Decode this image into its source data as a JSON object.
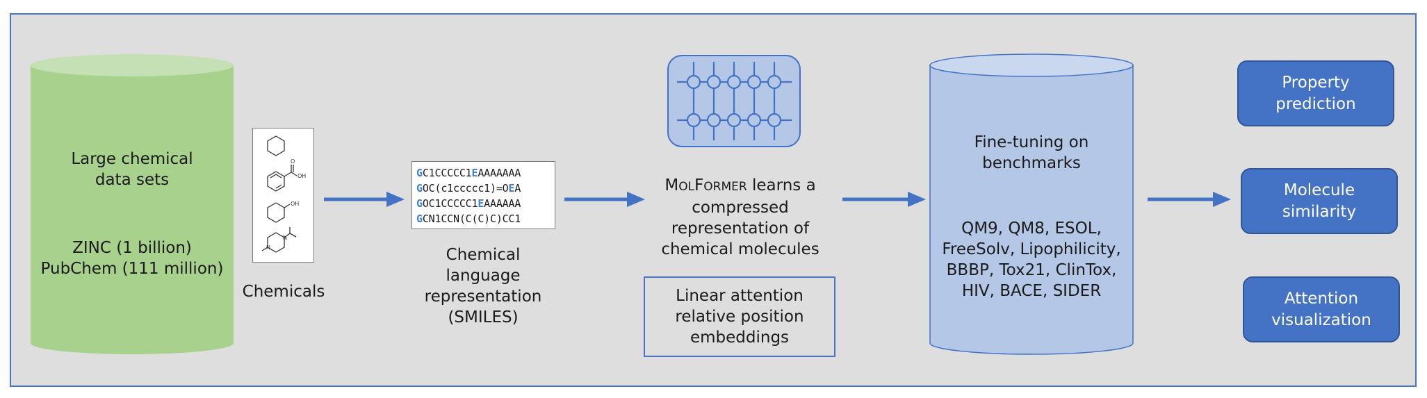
{
  "datasets": {
    "title_lines": [
      "Large chemical",
      "data sets"
    ],
    "source_lines": [
      "ZINC (1 billion)",
      "PubChem (111 million)"
    ]
  },
  "chemicals_label": "Chemicals",
  "smiles_examples": [
    {
      "start": "G",
      "body": "C1CCCCC1",
      "end": "E",
      "pad": "AAAAAAA"
    },
    {
      "start": "G",
      "body": "OC(c1ccccc1)=O",
      "end": "E",
      "pad": "A"
    },
    {
      "start": "G",
      "body": "OC1CCCCC1",
      "end": "E",
      "pad": "AAAAAA"
    },
    {
      "start": "G",
      "body": "CN1CCN(C(C)C)CC1",
      "end": "",
      "pad": ""
    }
  ],
  "smiles_label_lines": [
    "Chemical",
    "language",
    "representation",
    "(SMILES)"
  ],
  "molformer": {
    "name_prefix": "M",
    "name_small_1": "OL",
    "name_mid": "F",
    "name_small_2": "ORMER",
    "line1_rest": " learns a",
    "lines": [
      "compressed",
      "representation of",
      "chemical molecules"
    ]
  },
  "attention_box_lines": [
    "Linear attention",
    "relative position",
    "embeddings"
  ],
  "finetune": {
    "title_lines": [
      "Fine-tuning on",
      "benchmarks"
    ],
    "benchmark_lines": [
      "QM9, QM8, ESOL,",
      "FreeSolv, Lipophilicity,",
      "BBBP, Tox21, ClinTox,",
      "HIV, BACE, SIDER"
    ]
  },
  "outputs": [
    {
      "lines": [
        "Property",
        "prediction"
      ]
    },
    {
      "lines": [
        "Molecule",
        "similarity"
      ]
    },
    {
      "lines": [
        "Attention",
        "visualization"
      ]
    }
  ],
  "colors": {
    "green_cylinder": "#a9d18e",
    "blue_cylinder": "#b4c7e7",
    "arrow": "#4472c4",
    "button": "#4472c4",
    "frame": "#dedede"
  }
}
